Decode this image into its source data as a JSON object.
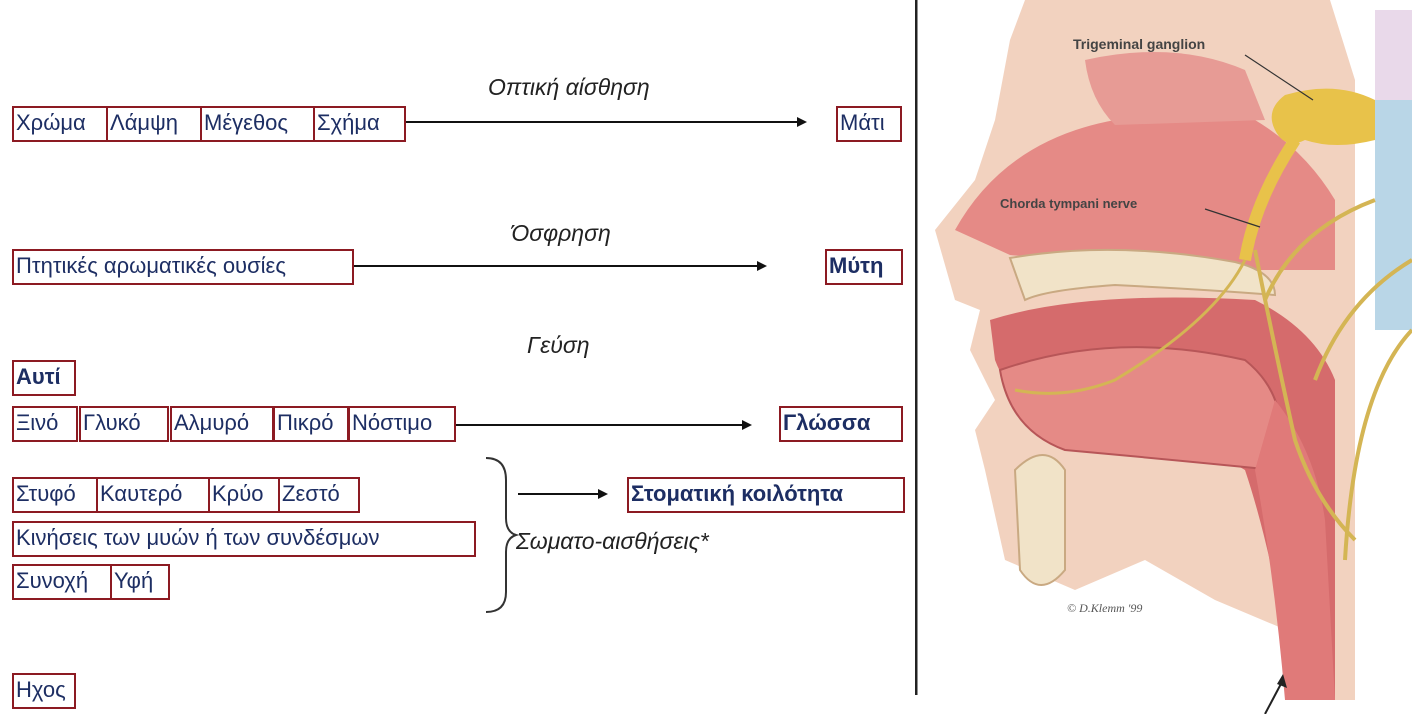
{
  "captions": {
    "sight": "Οπτική αίσθηση",
    "smell": "Όσφρηση",
    "taste": "Γεύση",
    "somato": "Σωματο-αισθήσεις*"
  },
  "sight": {
    "stimuli": [
      "Χρώμα",
      "Λάμψη",
      "Μέγεθος",
      "Σχήμα"
    ],
    "organ": "Μάτι"
  },
  "smell": {
    "stimuli": [
      "Πτητικές αρωματικές ουσίες"
    ],
    "organ": "Μύτη"
  },
  "hearing_label": "Αυτί",
  "taste": {
    "stimuli": [
      "Ξινό",
      "Γλυκό",
      "Αλμυρό",
      "Πικρό",
      "Νόστιμο"
    ],
    "organ": "Γλώσσα"
  },
  "somato": {
    "row1": [
      "Στυφό",
      "Καυτερό",
      "Κρύο",
      "Ζεστό"
    ],
    "row2": [
      "Κινήσεις των μυών ή των συνδέσμων"
    ],
    "row3": [
      "Συνοχή",
      "Υφή"
    ],
    "organ": "Στοματική κοιλότητα"
  },
  "sound_label": "Ηχος",
  "illustration": {
    "labels": {
      "ganglion": "Trigeminal ganglion",
      "chorda": "Chorda tympani nerve",
      "credit": "© D.Klemm '99"
    },
    "colors": {
      "skin": "#f2d2bf",
      "tissue": "#e58a86",
      "tissue_dark": "#d56b6c",
      "nerve": "#e8c24a",
      "bone": "#f1e3c8",
      "ear_blue": "#b9d6e7"
    }
  },
  "colors": {
    "box_border": "#8c1a22",
    "text": "#1d2e63"
  }
}
